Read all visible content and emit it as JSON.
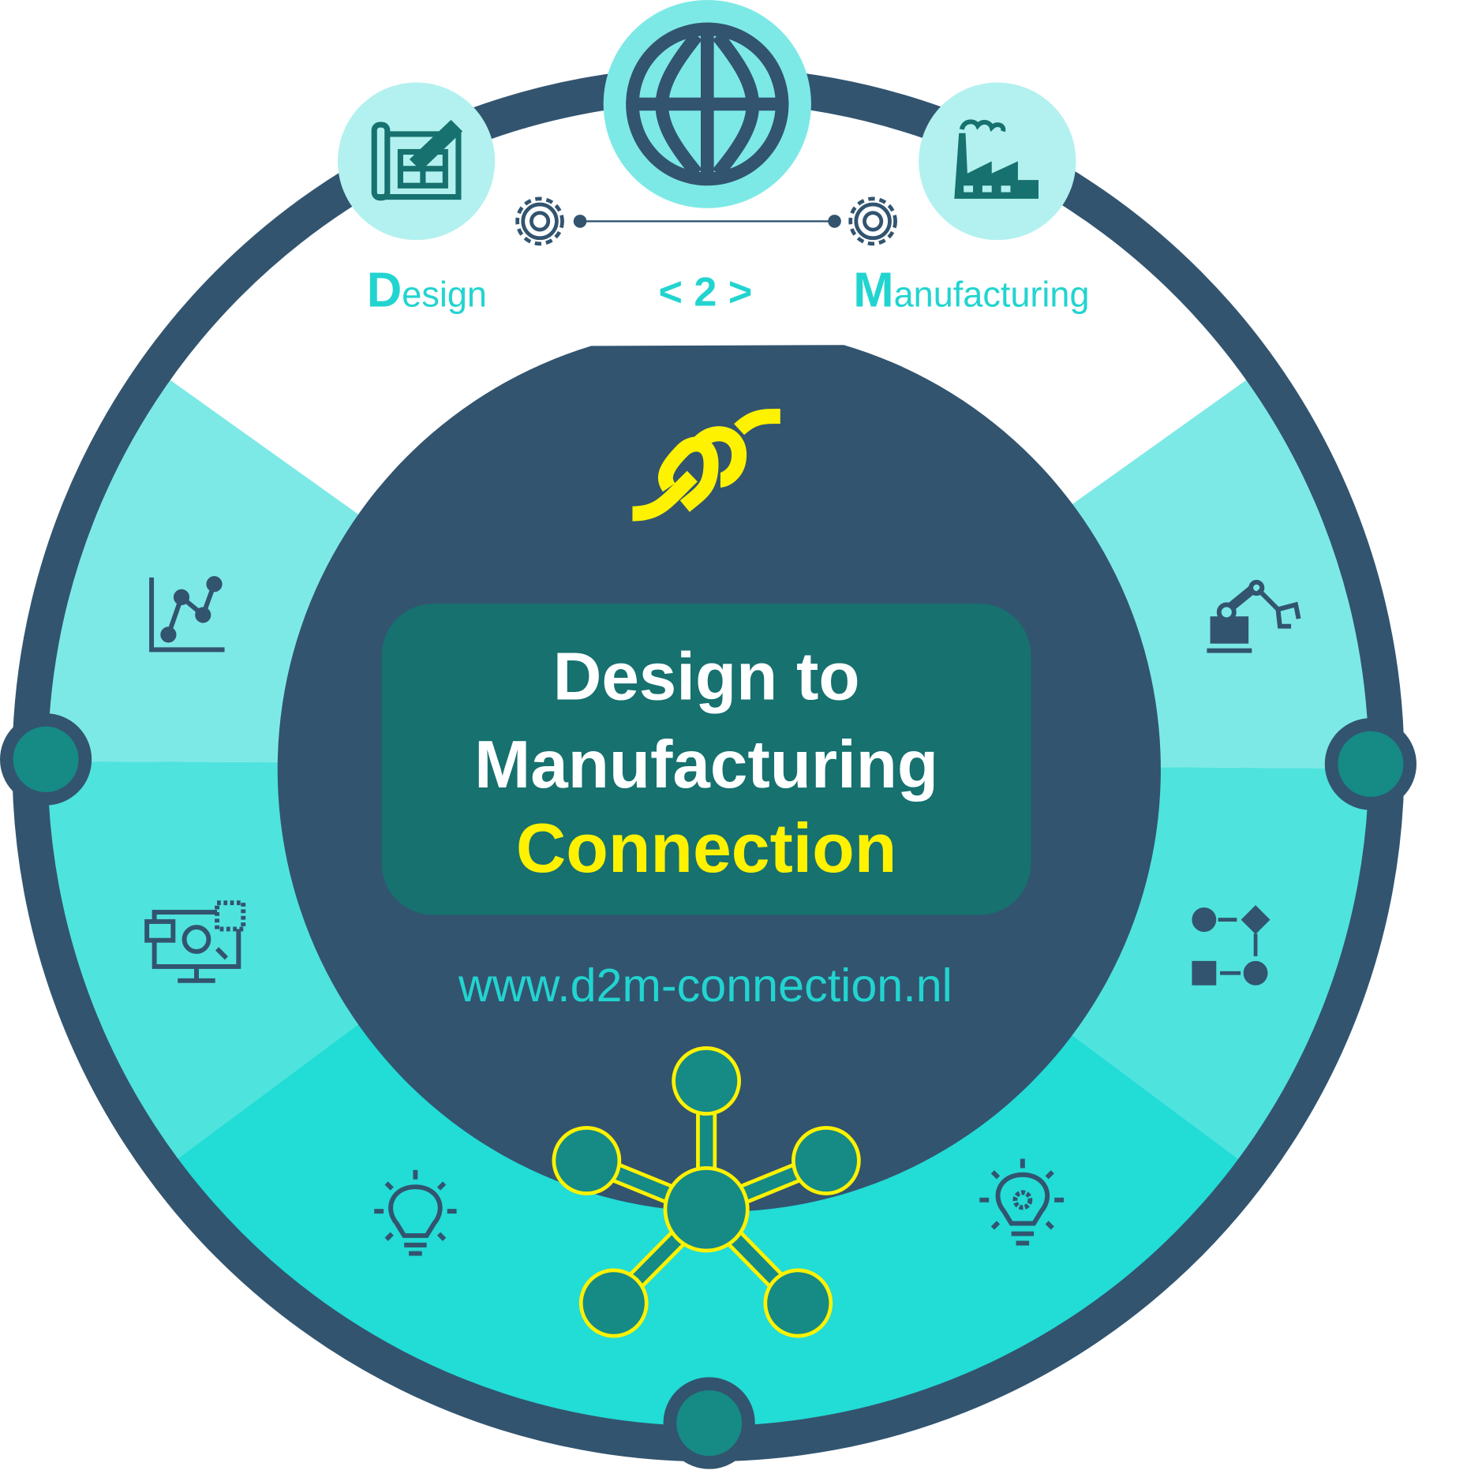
{
  "colors": {
    "ring": "#32546f",
    "dark": "#32546f",
    "teal": "#16716f",
    "node": "#168a85",
    "light": "#7de9e6",
    "mid": "#4fe3de",
    "bright": "#22dcd6",
    "accent": "#22d4d0",
    "yellow": "#fff200",
    "bubble": "#b2f1ef"
  },
  "top": {
    "design_initial": "D",
    "design_rest": "esign",
    "connector": "< 2 >",
    "manufacturing_initial": "M",
    "manufacturing_rest": "anufacturing"
  },
  "center": {
    "line1": "Design to",
    "line2": "Manufacturing",
    "line3": "Connection",
    "website": "www.d2m-connection.nl"
  }
}
